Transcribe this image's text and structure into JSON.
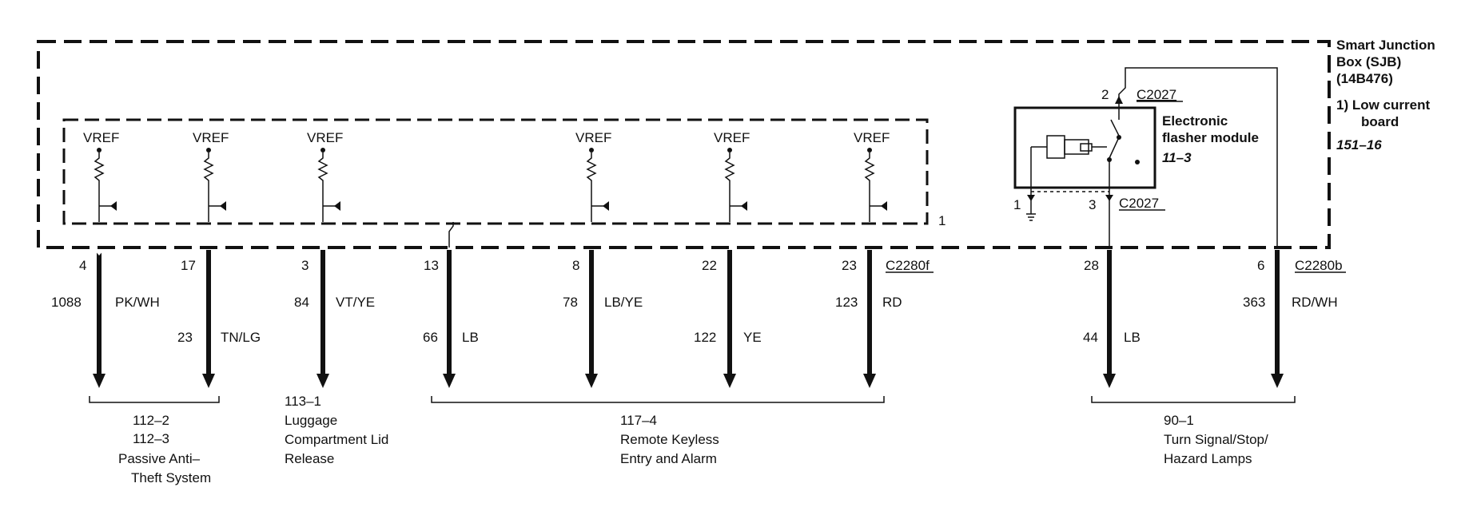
{
  "sjb": {
    "title_line1": "Smart Junction",
    "title_line2": "Box (SJB)",
    "title_line3": "(14B476)",
    "note_line1": "1)  Low current",
    "note_line2": "board",
    "ref": "151–16",
    "internal_board_marker": "1"
  },
  "flasher": {
    "label_line1": "Electronic",
    "label_line2": "flasher module",
    "ref": "11–3",
    "top_pin": "2",
    "top_connector": "C2027",
    "bottom_pin_left": "1",
    "bottom_pin_right": "3",
    "bottom_connector": "C2027"
  },
  "vref_label": "VREF",
  "connector_f": "C2280f",
  "connector_b": "C2280b",
  "circuits": [
    {
      "pin": "4",
      "circuit": "1088",
      "color": "PK/WH"
    },
    {
      "pin": "17",
      "circuit": "23",
      "color": "TN/LG"
    },
    {
      "pin": "3",
      "circuit": "84",
      "color": "VT/YE"
    },
    {
      "pin": "13",
      "circuit": "66",
      "color": "LB"
    },
    {
      "pin": "8",
      "circuit": "78",
      "color": "LB/YE"
    },
    {
      "pin": "22",
      "circuit": "122",
      "color": "YE"
    },
    {
      "pin": "23",
      "circuit": "123",
      "color": "RD"
    },
    {
      "pin": "28",
      "circuit": "44",
      "color": "LB"
    },
    {
      "pin": "6",
      "circuit": "363",
      "color": "RD/WH"
    }
  ],
  "destinations": [
    {
      "line1": "112–2",
      "line2": "112–3",
      "line3": "Passive Anti–",
      "line4": "Theft System"
    },
    {
      "line1": "113–1",
      "line2": "Luggage",
      "line3": "Compartment Lid",
      "line4": "Release"
    },
    {
      "line1": "117–4",
      "line2": "Remote Keyless",
      "line3": "Entry and Alarm"
    },
    {
      "line1": "90–1",
      "line2": "Turn Signal/Stop/",
      "line3": "Hazard Lamps"
    }
  ]
}
